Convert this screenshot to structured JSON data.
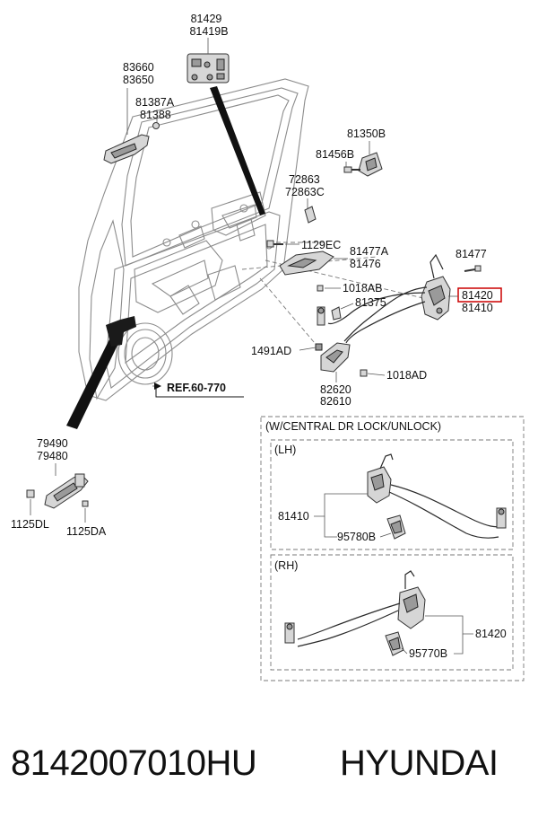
{
  "diagram": {
    "labels": {
      "p81429": "81429",
      "p81419B": "81419B",
      "p83660": "83660",
      "p83650": "83650",
      "p81387A": "81387A",
      "p81388": "81388",
      "p81350B": "81350B",
      "p81456B": "81456B",
      "p72863": "72863",
      "p72863C": "72863C",
      "p1129EC": "1129EC",
      "p81477A": "81477A",
      "p81476": "81476",
      "p81477": "81477",
      "p81420": "81420",
      "p81410": "81410",
      "p1018AB": "1018AB",
      "p81375": "81375",
      "p1491AD": "1491AD",
      "p1018AD": "1018AD",
      "p82620": "82620",
      "p82610": "82610",
      "ref": "REF.60-770",
      "p79490": "79490",
      "p79480": "79480",
      "p1125DL": "1125DL",
      "p1125DA": "1125DA"
    },
    "highlight_color": "#cc0000",
    "inset": {
      "title": "(W/CENTRAL DR LOCK/UNLOCK)",
      "lh": {
        "title": "(LH)",
        "lock": "81410",
        "actuator": "95780B"
      },
      "rh": {
        "title": "(RH)",
        "lock": "81420",
        "actuator": "95770B"
      }
    }
  },
  "footer": {
    "part_number": "8142007010HU",
    "brand": "HYUNDAI"
  }
}
